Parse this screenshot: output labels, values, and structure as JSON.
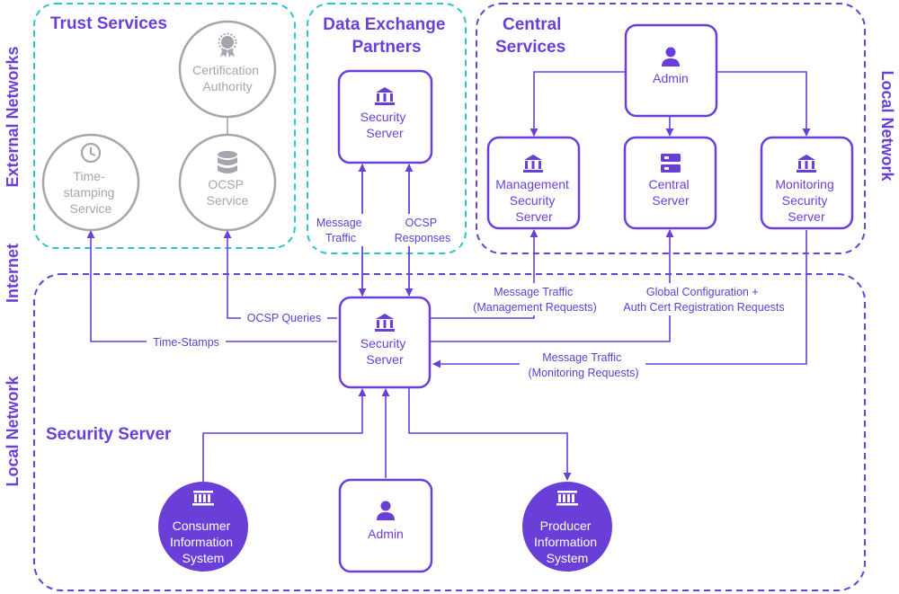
{
  "colors": {
    "primary": "#6a3fd8",
    "node_fill": "#6a3fd8",
    "teal": "#2cc5cc",
    "gray": "#a6a4ad",
    "label_text": "#5b3fd0"
  },
  "side_labels": {
    "external_networks": "External Networks",
    "internet": "Internet",
    "local_network_left": "Local Network",
    "local_network_right": "Local Network"
  },
  "groups": {
    "trust_services": "Trust Services",
    "data_exchange_partners": [
      "Data Exchange",
      "Partners"
    ],
    "central_services": [
      "Central",
      "Services"
    ],
    "security_server": "Security Server"
  },
  "nodes": {
    "certification_authority": {
      "lines": [
        "Certification",
        "Authority"
      ],
      "icon": "certificate-badge-icon"
    },
    "timestamping_service": {
      "lines": [
        "Time-",
        "stamping",
        "Service"
      ],
      "icon": "clock-icon"
    },
    "ocsp_service": {
      "lines": [
        "OCSP",
        "Service"
      ],
      "icon": "database-icon"
    },
    "partner_security_server": {
      "lines": [
        "Security",
        "Server"
      ],
      "icon": "bank-icon"
    },
    "central_admin": {
      "lines": [
        "Admin"
      ],
      "icon": "user-icon"
    },
    "management_security_server": {
      "lines": [
        "Management",
        "Security",
        "Server"
      ],
      "icon": "bank-icon"
    },
    "central_server": {
      "lines": [
        "Central",
        "Server"
      ],
      "icon": "server-icon"
    },
    "monitoring_security_server": {
      "lines": [
        "Monitoring",
        "Security",
        "Server"
      ],
      "icon": "bank-icon"
    },
    "local_security_server": {
      "lines": [
        "Security",
        "Server"
      ],
      "icon": "bank-icon"
    },
    "consumer_information_system": {
      "lines": [
        "Consumer",
        "Information",
        "System"
      ],
      "icon": "columns-icon"
    },
    "local_admin": {
      "lines": [
        "Admin"
      ],
      "icon": "user-icon"
    },
    "producer_information_system": {
      "lines": [
        "Producer",
        "Information",
        "System"
      ],
      "icon": "columns-icon"
    }
  },
  "edge_labels": {
    "message_traffic": [
      "Message",
      "Traffic"
    ],
    "ocsp_responses": [
      "OCSP",
      "Responses"
    ],
    "management_traffic": [
      "Message Traffic",
      "(Management Requests)"
    ],
    "global_configuration": [
      "Global Configuration +",
      "Auth Cert Registration Requests"
    ],
    "monitoring_traffic": [
      "Message Traffic",
      "(Monitoring Requests)"
    ],
    "ocsp_queries": "OCSP Queries",
    "time_stamps": "Time-Stamps"
  }
}
